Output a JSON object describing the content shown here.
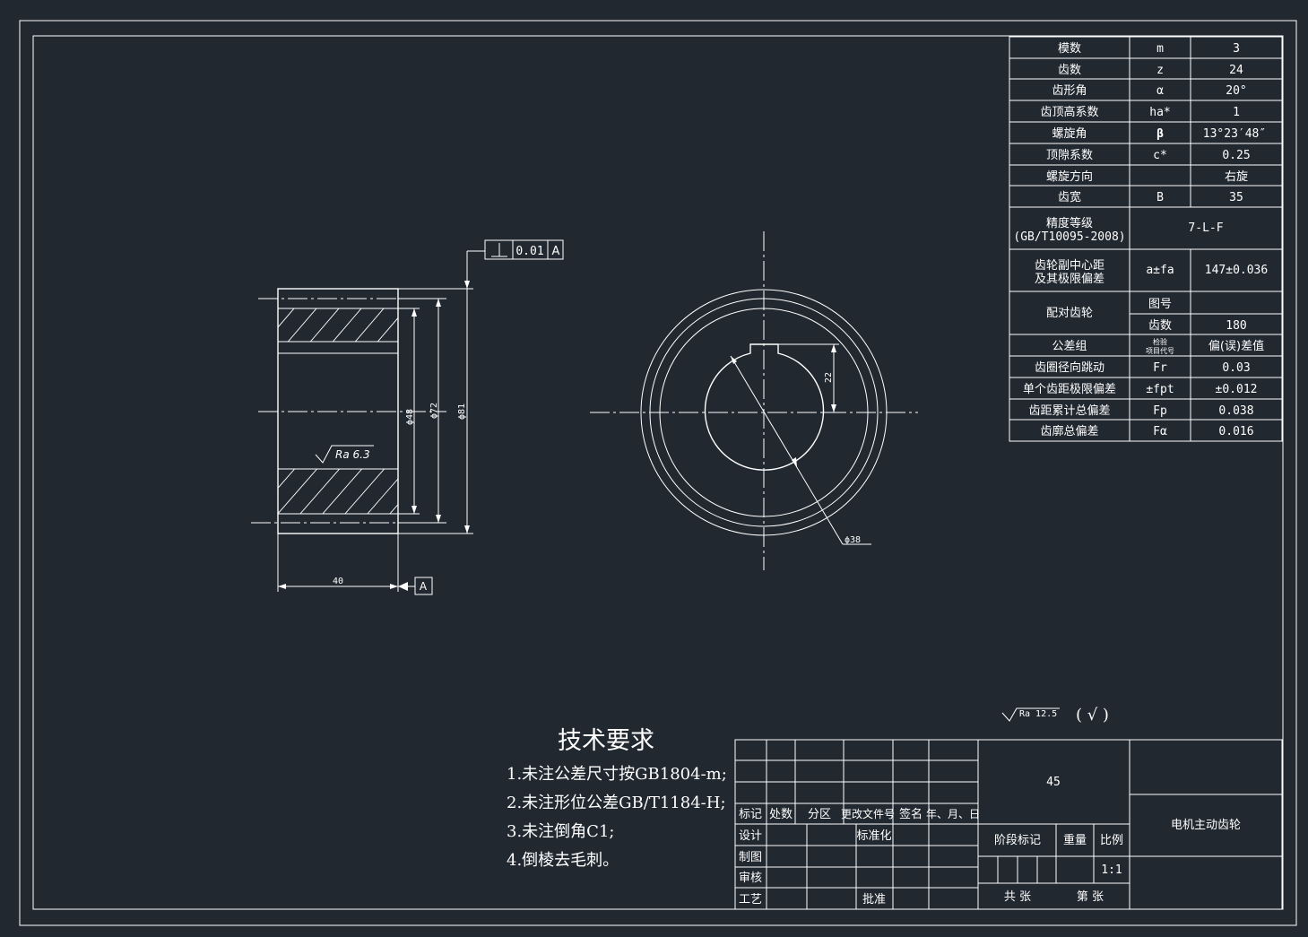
{
  "gear_params": {
    "rows": [
      {
        "name": "模数",
        "symbol": "m",
        "value": "3"
      },
      {
        "name": "齿数",
        "symbol": "z",
        "value": "24"
      },
      {
        "name": "齿形角",
        "symbol": "α",
        "value": "20°"
      },
      {
        "name": "齿顶高系数",
        "symbol": "ha*",
        "value": "1"
      },
      {
        "name": "螺旋角",
        "symbol": "β",
        "value": "13°23′48″"
      },
      {
        "name": "顶隙系数",
        "symbol": "c*",
        "value": "0.25"
      },
      {
        "name": "螺旋方向",
        "symbol": "",
        "value": "右旋"
      },
      {
        "name": "齿宽",
        "symbol": "B",
        "value": "35"
      }
    ],
    "accuracy_label_1": "精度等级",
    "accuracy_label_2": "(GB/T10095-2008)",
    "accuracy_value": "7-L-F",
    "center_label_1": "齿轮副中心距",
    "center_label_2": "及其极限偏差",
    "center_symbol": "a±fa",
    "center_value": "147±0.036",
    "mating_label": "配对齿轮",
    "mating_drawing_no_label": "图号",
    "mating_drawing_no_value": "",
    "mating_teeth_label": "齿数",
    "mating_teeth_value": "180",
    "tolerance_group_label": "公差组",
    "tolerance_item_code_1": "检验",
    "tolerance_item_code_2": "项目代号",
    "tolerance_deviation_label": "偏(误)差值",
    "tolerance_rows": [
      {
        "name": "齿圈径向跳动",
        "symbol": "Fr",
        "value": "0.03"
      },
      {
        "name": "单个齿距极限偏差",
        "symbol": "±fpt",
        "value": "±0.012"
      },
      {
        "name": "齿距累计总偏差",
        "symbol": "Fp",
        "value": "0.038"
      },
      {
        "name": "齿廓总偏差",
        "symbol": "Fα",
        "value": "0.016"
      }
    ]
  },
  "side_view": {
    "perpendicularity_value": "0.01",
    "datum_letter": "A",
    "datum_label": "A",
    "dim_d48": "ϕ48",
    "dim_d72": "ϕ72",
    "dim_d81": "ϕ81",
    "dim_width": "40",
    "roughness": "Ra 6.3"
  },
  "front_view": {
    "dim_key": "22",
    "dim_bore": "ϕ38"
  },
  "surface_default": {
    "roughness": "Ra 12.5",
    "note": "( √ )"
  },
  "tech_req": {
    "title": "技术要求",
    "items": [
      "1.未注公差尺寸按GB1804-m;",
      "2.未注形位公差GB/T1184-H;",
      "3.未注倒角C1;",
      "4.倒棱去毛刺。"
    ]
  },
  "title_block": {
    "material": "45",
    "part_name": "电机主动齿轮",
    "headers": [
      "标记",
      "处数",
      "分区",
      "更改文件号",
      "签名",
      "年、月、日"
    ],
    "design": "设计",
    "standardize": "标准化",
    "drawing": "制图",
    "review": "审核",
    "process": "工艺",
    "approve": "批准",
    "stage_mark": "阶段标记",
    "weight": "重量",
    "scale_label": "比例",
    "scale_value": "1:1",
    "total_sheets": "共  张",
    "sheet_no": "第  张"
  }
}
